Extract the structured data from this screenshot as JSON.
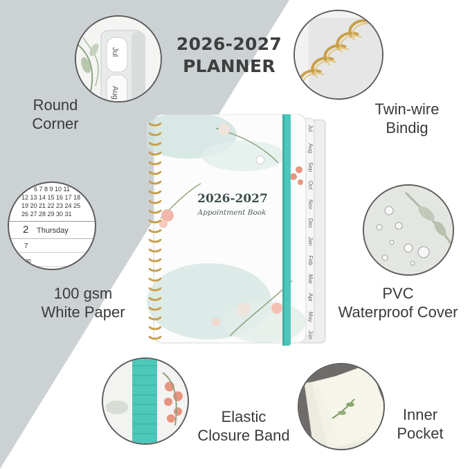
{
  "title": {
    "line1": "2026-2027",
    "line2": "PLANNER"
  },
  "features": {
    "round_corner": {
      "line1": "Round",
      "line2": "Corner",
      "tabs": [
        "Jul",
        "Aug"
      ]
    },
    "twin_wire": {
      "line1": "Twin-wire",
      "line2": "Bindig"
    },
    "paper": {
      "line1": "100 gsm",
      "line2": "White Paper",
      "calendar_rows": [
        "6  7  8  9  10 11",
        "19 20 21 22 23 24 25",
        "26 27 28 29 30 31"
      ],
      "calendar_row0": "12 13 14 15 16 17 18",
      "day_number": "2",
      "day_name": "Thursday",
      "day_7": "7",
      "day_30": "30"
    },
    "pvc": {
      "line1": "PVC",
      "line2": "Waterproof Cover"
    },
    "elastic": {
      "line1": "Elastic",
      "line2": "Closure Band"
    },
    "pocket": {
      "line1": "Inner",
      "line2": "Pocket"
    }
  },
  "cover": {
    "title": "2026-2027",
    "subtitle": "Appointment Book",
    "tabs": [
      "Jul",
      "Aug",
      "Sep",
      "Oct",
      "Nov",
      "Dec",
      "Jan",
      "Feb",
      "Mar",
      "Apr",
      "May",
      "Jun"
    ]
  },
  "colors": {
    "background_gray": "#c9ced1",
    "band_teal": "#4dc7b9",
    "wire_gold": "#c8a04a",
    "text_dark": "#3a3a3a"
  }
}
